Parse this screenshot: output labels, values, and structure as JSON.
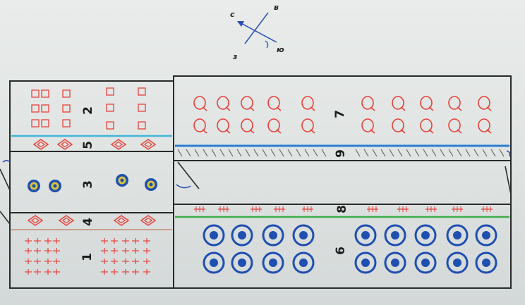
{
  "compass": {
    "north": "с",
    "east": "в",
    "south": "ю",
    "west": "з"
  },
  "zones": [
    {
      "id": "1",
      "label": "1"
    },
    {
      "id": "2",
      "label": "2"
    },
    {
      "id": "3",
      "label": "3"
    },
    {
      "id": "4",
      "label": "4"
    },
    {
      "id": "5",
      "label": "5"
    },
    {
      "id": "6",
      "label": "6"
    },
    {
      "id": "7",
      "label": "7"
    },
    {
      "id": "8",
      "label": "8"
    },
    {
      "id": "9",
      "label": "9"
    }
  ],
  "colors": {
    "wall": "#2a2a2a",
    "red_mark": "#e8413a",
    "blue_circle": "#1f4fb0",
    "yellow_ring": "#d9c53a",
    "green_line": "#3fae4a",
    "cyan_line": "#3fb6d8",
    "blue_strip": "#2a7fd0"
  }
}
